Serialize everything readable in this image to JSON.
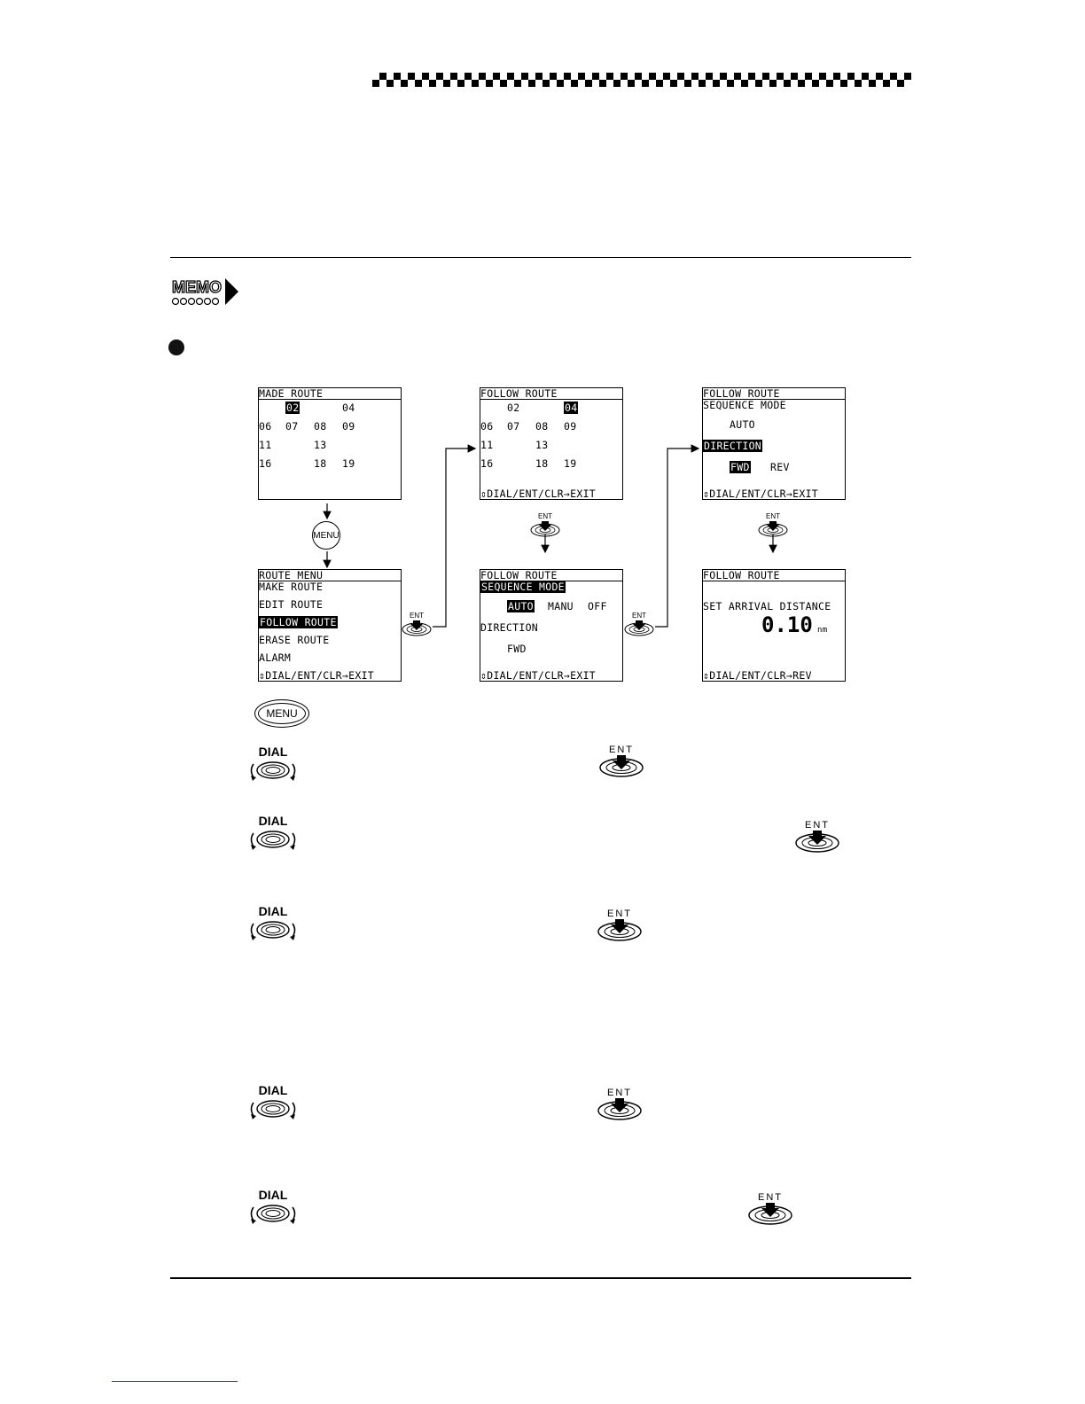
{
  "screens": {
    "s1": {
      "header": "MADE ROUTE",
      "rows": [
        [
          "",
          "02",
          "",
          "04"
        ],
        [
          "06",
          "07",
          "08",
          "09"
        ],
        [
          "11",
          "",
          "13",
          ""
        ],
        [
          "16",
          "",
          "18",
          "19"
        ]
      ],
      "selected": "02"
    },
    "s2": {
      "header": "ROUTE MENU",
      "items": [
        "MAKE ROUTE",
        "EDIT ROUTE",
        "FOLLOW ROUTE",
        "ERASE ROUTE",
        "ALARM"
      ],
      "selected": "FOLLOW ROUTE",
      "footer": "⇕DIAL/ENT/CLR→EXIT"
    },
    "s3": {
      "header": "FOLLOW ROUTE",
      "rows": [
        [
          "",
          "02",
          "",
          "04"
        ],
        [
          "06",
          "07",
          "08",
          "09"
        ],
        [
          "11",
          "",
          "13",
          ""
        ],
        [
          "16",
          "",
          "18",
          "19"
        ]
      ],
      "selected": "04",
      "footer": "⇕DIAL/ENT/CLR→EXIT"
    },
    "s4": {
      "header": "FOLLOW ROUTE",
      "seq_label": "SEQUENCE MODE",
      "opt_auto": "AUTO",
      "opt_manu": "MANU",
      "opt_off": "OFF",
      "dir_label": "DIRECTION",
      "dir_value": "FWD",
      "footer": "⇕DIAL/ENT/CLR→EXIT"
    },
    "s5": {
      "header": "FOLLOW ROUTE",
      "seq_label": "SEQUENCE MODE",
      "seq_value": "AUTO",
      "dir_label": "DIRECTION",
      "opt_fwd": "FWD",
      "opt_rev": "REV",
      "footer": "⇕DIAL/ENT/CLR→EXIT"
    },
    "s6": {
      "header": "FOLLOW ROUTE",
      "label": "SET ARRIVAL DISTANCE",
      "value": "0.10",
      "unit": "nm",
      "footer": "⇕DIAL/ENT/CLR→REV"
    }
  },
  "buttons": {
    "menu": "MENU",
    "ent": "ENT",
    "dial": "DIAL"
  },
  "memo": {
    "word": "MEMO"
  }
}
